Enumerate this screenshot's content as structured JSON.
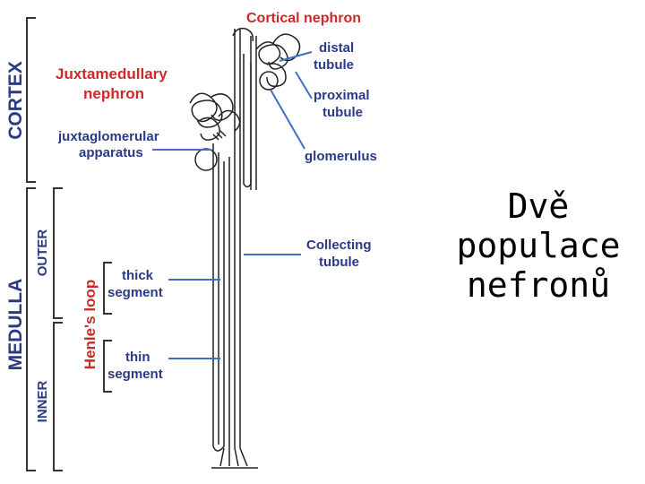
{
  "diagram": {
    "zones": {
      "cortex": "CORTEX",
      "medulla": "MEDULLA",
      "outer": "OUTER",
      "inner": "INNER",
      "henle": "Henle's loop"
    },
    "labels": {
      "cortical_nephron": "Cortical nephron",
      "juxta_line1": "Juxtamedullary",
      "juxta_line2": "nephron",
      "juxtaglom_line1": "juxtaglomerular",
      "juxtaglom_line2": "apparatus",
      "distal_line1": "distal",
      "distal_line2": "tubule",
      "proximal_line1": "proximal",
      "proximal_line2": "tubule",
      "glomerulus": "glomerulus",
      "collecting_line1": "Collecting",
      "collecting_line2": "tubule",
      "thick_line1": "thick",
      "thick_line2": "segment",
      "thin_line1": "thin",
      "thin_line2": "segment"
    },
    "colors": {
      "red_label": "#cc2a2a",
      "blue_label": "#2b3a86",
      "pointer": "#3f6fc9",
      "structure": "#222222"
    }
  },
  "title": {
    "line1": "Dvě",
    "line2": "populace",
    "line3": "nefronů"
  }
}
